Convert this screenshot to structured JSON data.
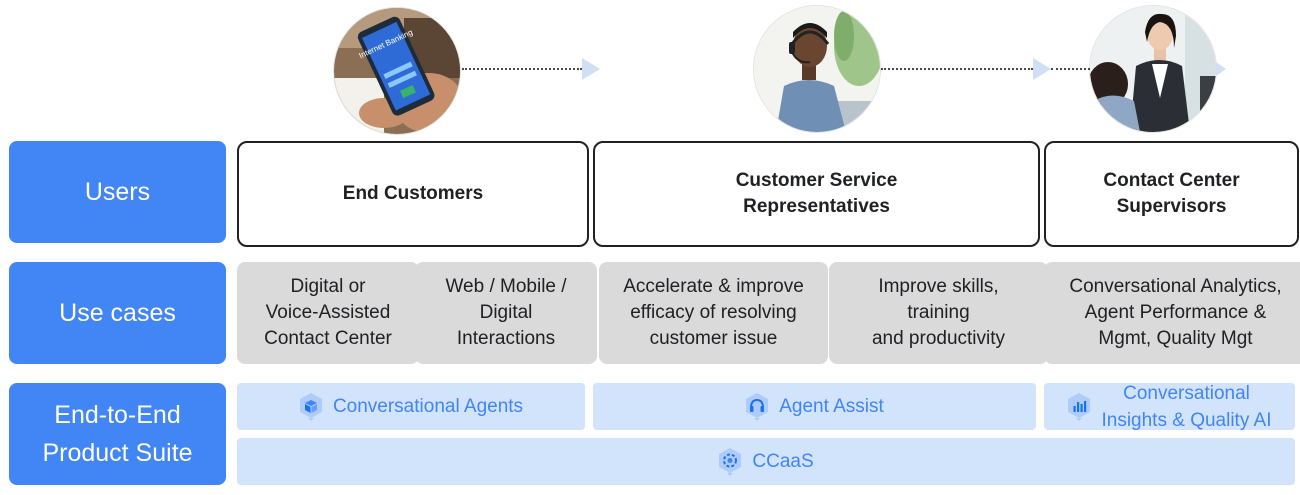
{
  "flow_colors": {
    "line": "#4a4a4a",
    "arrow": "#cfe0f5"
  },
  "accent": "#4285f4",
  "photos": [
    {
      "name": "customer-phone-photo",
      "screen_text": "Internet Banking"
    },
    {
      "name": "agent-headset-photo"
    },
    {
      "name": "supervisor-photo"
    }
  ],
  "rows": {
    "users": "Users",
    "use_cases": "Use cases",
    "product_suite": "End-to-End\nProduct Suite"
  },
  "users": [
    {
      "label": "End Customers"
    },
    {
      "label": "Customer Service\nRepresentatives"
    },
    {
      "label": "Contact Center\nSupervisors"
    }
  ],
  "use_cases": [
    {
      "label": "Digital or\nVoice-Assisted\nContact Center"
    },
    {
      "label": "Web / Mobile /\nDigital\nInteractions"
    },
    {
      "label": "Accelerate & improve\nefficacy of resolving\ncustomer issue"
    },
    {
      "label": "Improve skills,\ntraining\nand productivity"
    },
    {
      "label": "Conversational Analytics,\nAgent Performance &\nMgmt, Quality Mgt"
    }
  ],
  "products": [
    {
      "label": "Conversational Agents",
      "icon": "cube-hexagon-icon"
    },
    {
      "label": "Agent Assist",
      "icon": "headset-hexagon-icon"
    },
    {
      "label": "Conversational\nInsights & Quality AI",
      "icon": "bar-chart-hexagon-icon"
    },
    {
      "label": "CCaaS",
      "icon": "circle-hexagon-icon"
    }
  ]
}
